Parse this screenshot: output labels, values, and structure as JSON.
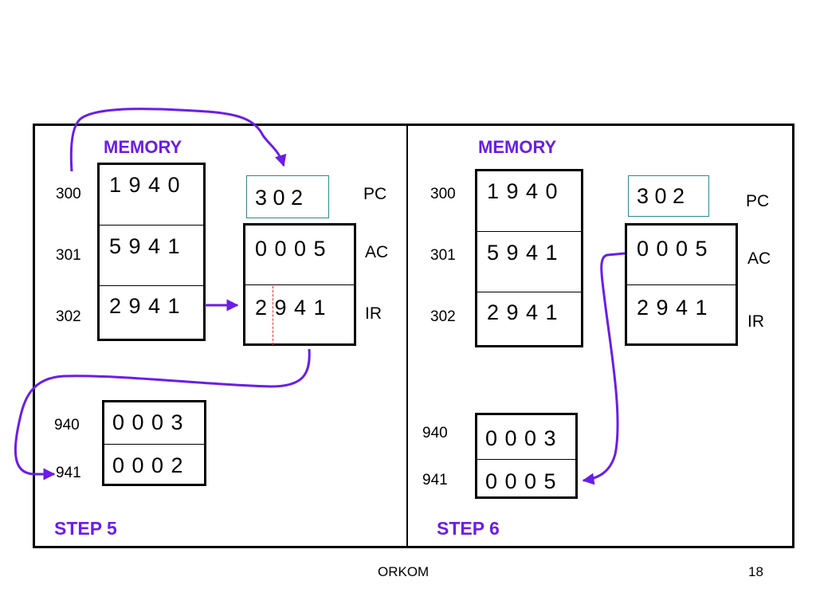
{
  "colors": {
    "accent": "#6a1ee6",
    "pc_border": "#2f8a8a",
    "ir_split": "#e03030"
  },
  "panels": [
    {
      "memory_label": "MEMORY",
      "step_label": "STEP 5",
      "memory": [
        {
          "addr": "300",
          "value": "1 9 4 0"
        },
        {
          "addr": "301",
          "value": "5 9 4 1"
        },
        {
          "addr": "302",
          "value": "2 9 4 1"
        }
      ],
      "data_memory": [
        {
          "addr": "940",
          "value": "0 0 0 3"
        },
        {
          "addr": "941",
          "value": "0 0 0 2"
        }
      ],
      "registers": {
        "pc": "3 0 2",
        "ac": "0 0 0 5",
        "ir": "2 9 4 1"
      },
      "register_labels": {
        "pc": "PC",
        "ac": "AC",
        "ir": "IR"
      }
    },
    {
      "memory_label": "MEMORY",
      "step_label": "STEP 6",
      "memory": [
        {
          "addr": "300",
          "value": "1 9 4 0"
        },
        {
          "addr": "301",
          "value": "5 9 4 1"
        },
        {
          "addr": "302",
          "value": "2 9 4 1"
        }
      ],
      "data_memory": [
        {
          "addr": "940",
          "value": "0 0 0 3"
        },
        {
          "addr": "941",
          "value": "0 0 0 5"
        }
      ],
      "registers": {
        "pc": "3 0 2",
        "ac": "0 0 0 5",
        "ir": "2 9 4 1"
      },
      "register_labels": {
        "pc": "PC",
        "ac": "AC",
        "ir": "IR"
      }
    }
  ],
  "footer": {
    "title": "ORKOM",
    "page": "18"
  }
}
